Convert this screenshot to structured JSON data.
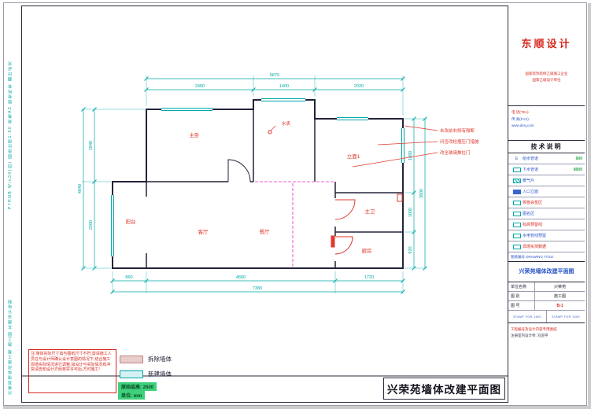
{
  "colors": {
    "cyan_dim": "#00a8a8",
    "red_annotation": "#e0392e",
    "magenta_demolition": "#ee5ed0",
    "green_highlight": "#3fd07c",
    "blue_text": "#2a55c8",
    "wall": "#23233a"
  },
  "left_strip": {
    "line1": "P7RNB Win30(四) 图纸比例1:50 规格A3 版权所有 翻印必究",
    "line2": "兴荣苑墙体改建工程 施工图 东顺设计绘制"
  },
  "plan": {
    "rooms": {
      "bedroom": "主卧",
      "meter": "水表",
      "elevation": "立面1",
      "balcony": "阳台",
      "living": "客厅",
      "dining": "餐厅",
      "bath": "主卫",
      "kitchen": "厨房"
    },
    "annotations": {
      "a1": "未改前右侧有隔断",
      "a2": "问否改栓捆压门措施",
      "a3": "改全玻璃推拉门"
    },
    "dims": {
      "t1": "2450",
      "t2": "1400",
      "t3": "2020",
      "t_total": "5870",
      "b1": "860",
      "b2": "4800",
      "b3": "1720",
      "b_total": "7380",
      "l1": "1840",
      "l2": "2200",
      "l_total": "4040",
      "r1": "1880",
      "r2": "1000",
      "r3": "920",
      "r_total": "3800"
    }
  },
  "legend": {
    "note": "注:墙体实际尺寸如与图纸尺寸不符,需请施工人员在与设计师确认设计意图的情况下,结合施工现场实际情况进行调整,如设计与实际情况有冲突请告知设计方经核实许可后,方可施工!",
    "demolish": "拆除墙体",
    "new_wall": "新建墙体",
    "height_label": "原始层高: 2600",
    "unit_label": "单位: mm"
  },
  "main_title": "兴荣苑墙体改建平面图",
  "titleblock": {
    "logo": "东顺设计",
    "cert1": "国家装饰装修乙级施工企业",
    "cert2": "国家乙级设计单位",
    "contact": {
      "tel": "电 话(TEL):",
      "fax": "传 真(FAX):",
      "web": "www.dssj.com"
    },
    "tech_title": "技术说明",
    "tech_rows": [
      {
        "sym": "E",
        "label": "给水管道",
        "value": "600"
      },
      {
        "sym": "",
        "label": "下水管道",
        "value": "8000"
      },
      {
        "sym": "",
        "label": "暖气片",
        "value": ""
      },
      {
        "sym": "",
        "label": "入口立面",
        "value": ""
      },
      {
        "sym": "",
        "label": "校核会签区",
        "value": ""
      },
      {
        "sym": "",
        "label": "图名区",
        "value": ""
      },
      {
        "sym": "",
        "label": "标高预留线",
        "value": ""
      },
      {
        "sym": "",
        "label": "水电管线预留",
        "value": ""
      },
      {
        "sym": "",
        "label": "现场实测数据",
        "value": ""
      }
    ],
    "drawing_no_label": "图纸编号 DRAWING TITLE",
    "project_name": "兴荣苑墙体改建平面图",
    "fields": [
      {
        "label": "单位名称",
        "value": "兴荣苑"
      },
      {
        "label": "图 别",
        "value": "施工图"
      },
      {
        "label": "图 号",
        "value": "B-1"
      }
    ],
    "stamp1": "STAMP FOR 1500",
    "stamp2": "STAMP FOR 1500",
    "note1": "工程编号及设计内容专用图纸",
    "note2": "注册室内设计师: 刘迎平"
  }
}
